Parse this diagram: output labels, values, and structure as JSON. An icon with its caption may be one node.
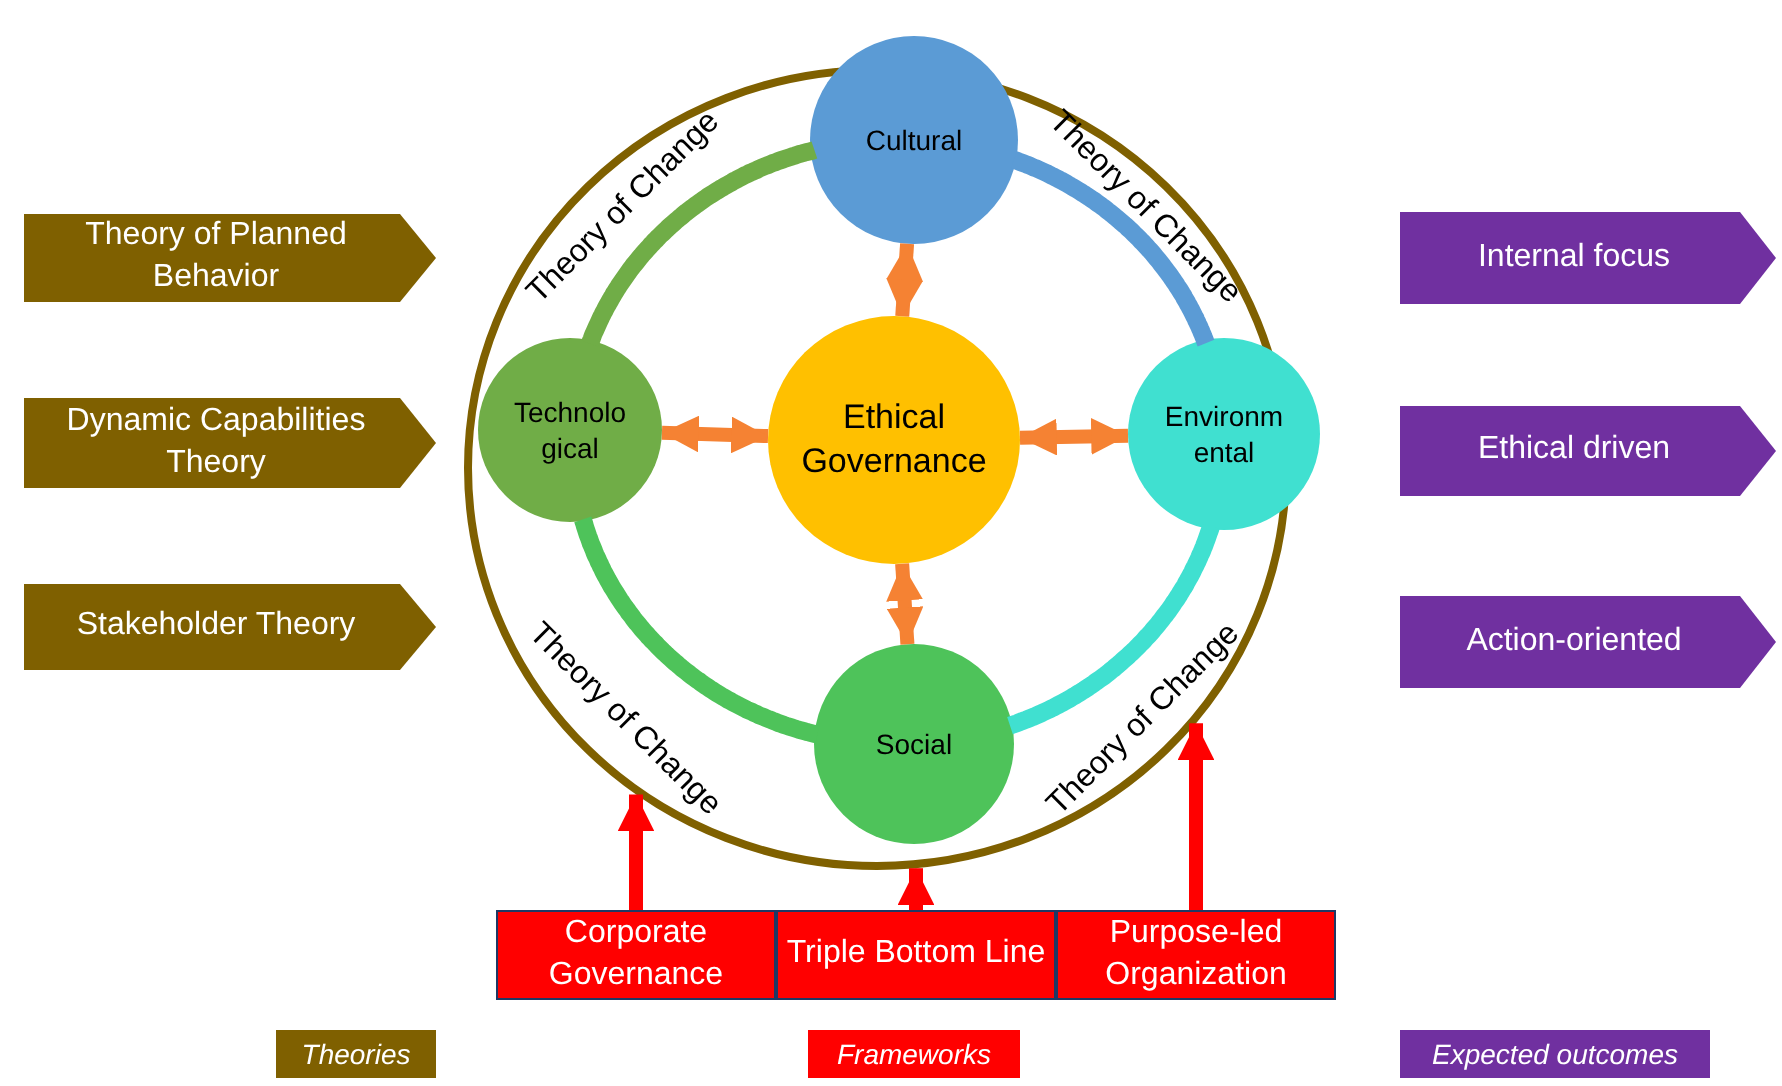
{
  "diagram": {
    "nodes": [
      {
        "text": [],
        "shape": "circle"
      },
      {
        "text": [
          "Cultural"
        ],
        "in": 0
      },
      {
        "text": [
          "Technolo gical"
        ],
        "in": 0
      },
      {
        "text": [
          "Ethical Governance"
        ],
        "in": 0
      },
      {
        "text": [
          "Environm ental"
        ],
        "in": 0
      },
      {
        "text": [
          "Social"
        ],
        "in": 0
      },
      {
        "text": [
          "Theory of Planned Behavior"
        ]
      },
      {
        "text": [
          "Dynamic Capabilities Theory"
        ]
      },
      {
        "text": [
          "Stakeholder Theory"
        ]
      },
      {
        "text": [
          "Internal focus"
        ]
      },
      {
        "text": [
          "Ethical driven"
        ]
      },
      {
        "text": [
          "Action-oriented"
        ]
      },
      {
        "text": [
          "Corporate Governance"
        ]
      },
      {
        "text": [
          "Triple Bottom Line"
        ]
      },
      {
        "text": [
          "Purpose-led Organization"
        ]
      }
    ],
    "edges": [
      {
        "from": 1,
        "to": 3,
        "arrow": "both",
        "color": "#f58233"
      },
      {
        "from": 2,
        "to": 3,
        "arrow": "both",
        "color": "#f58233"
      },
      {
        "from": 3,
        "to": 4,
        "arrow": "both",
        "color": "#f58233"
      },
      {
        "from": 3,
        "to": 5,
        "arrow": "both",
        "color": "#f58233"
      },
      {
        "from": 1,
        "to": 2,
        "arrow": "none",
        "label": "Theory of Change",
        "color": "#70ad47"
      },
      {
        "from": 1,
        "to": 4,
        "arrow": "none",
        "label": "Theory of Change",
        "color": "#5b9bd5"
      },
      {
        "from": 2,
        "to": 5,
        "arrow": "none",
        "label": "Theory of Change",
        "color": "#4ec35a"
      },
      {
        "from": 4,
        "to": 5,
        "arrow": "none",
        "label": "Theory of Change",
        "color": "#40e0d0"
      },
      {
        "from": 12,
        "to": 0,
        "arrow": "to",
        "color": "#ff0000"
      },
      {
        "from": 13,
        "to": 0,
        "arrow": "to",
        "color": "#ff0000"
      },
      {
        "from": 14,
        "to": 0,
        "arrow": "to",
        "color": "#ff0000"
      }
    ],
    "legend": [
      {
        "text": "Theories",
        "color": "#7f6000"
      },
      {
        "text": "Frameworks",
        "color": "#ff0000"
      },
      {
        "text": "Expected outcomes",
        "color": "#7030a0"
      }
    ]
  }
}
